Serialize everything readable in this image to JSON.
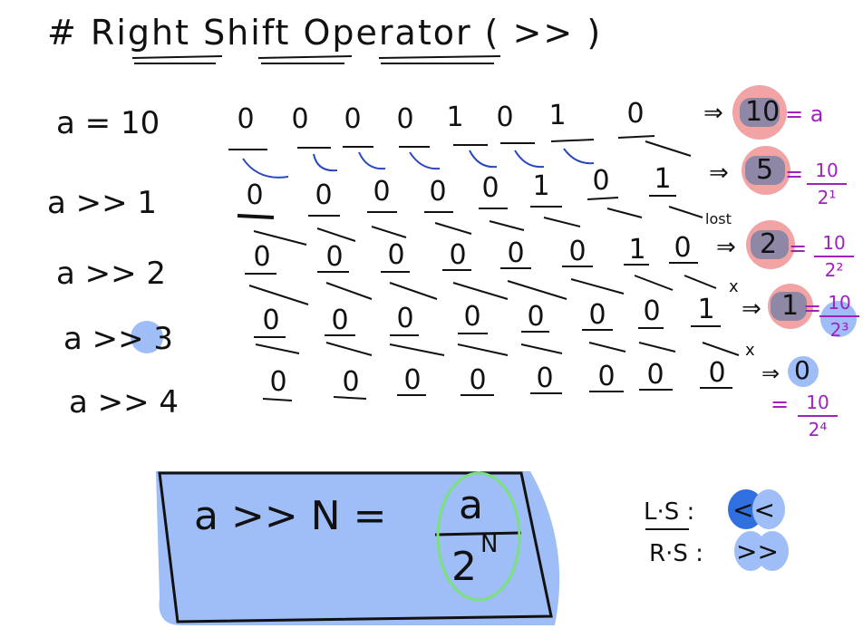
{
  "title": "# Right Shift Operator ( >> )",
  "rows": [
    {
      "label": "a = 10",
      "bits": [
        "0",
        "0",
        "0",
        "0",
        "1",
        "0",
        "1",
        "0"
      ]
    },
    {
      "label": "a >> 1",
      "bits": [
        "0",
        "0",
        "0",
        "0",
        "0",
        "1",
        "0",
        "1"
      ]
    },
    {
      "label": "a >> 2",
      "bits": [
        "0",
        "0",
        "0",
        "0",
        "0",
        "0",
        "1",
        "0"
      ]
    },
    {
      "label": "a >> 3",
      "bits": [
        "0",
        "0",
        "0",
        "0",
        "0",
        "0",
        "0",
        "1"
      ]
    },
    {
      "label": "a >> 4",
      "bits": [
        "0",
        "0",
        "0",
        "0",
        "0",
        "0",
        "0",
        "0"
      ]
    }
  ],
  "results": [
    "10",
    "5",
    "2",
    "1",
    "0"
  ],
  "result_eq": [
    "= a",
    "=",
    "=",
    "=",
    "="
  ],
  "fractions": [
    {
      "num": "10",
      "den": "2¹"
    },
    {
      "num": "10",
      "den": "2²"
    },
    {
      "num": "10",
      "den": "2³"
    },
    {
      "num": "10",
      "den": "2⁴"
    }
  ],
  "lost_label": "lost",
  "cross_mark": "x",
  "implies": "⇒",
  "formula": {
    "lhs": "a >> N =",
    "num": "a",
    "den": "2",
    "exp": "N"
  },
  "legend": {
    "ls_label": "L·S :",
    "ls_op": "<<",
    "rs_label": "R·S :",
    "rs_op": ">>"
  },
  "colors": {
    "highlight": "#9fbdf7",
    "accent_blue": "#2f6fe0",
    "red_highlight": "#f2a3a3",
    "purple": "#a020c0",
    "green": "#79e07a"
  }
}
